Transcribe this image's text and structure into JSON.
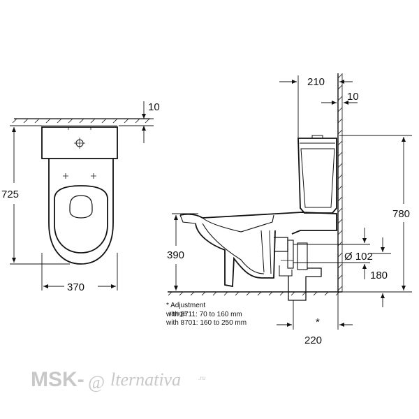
{
  "dimensions": {
    "top_left_10": "10",
    "height_725": "725",
    "width_370": "370",
    "top_210": "210",
    "top_10": "10",
    "height_780": "780",
    "height_390": "390",
    "diameter_102": "Ø 102",
    "height_180": "180",
    "width_220": "220",
    "star": "*"
  },
  "note": {
    "title": "* Adjustment",
    "line1": "with 8711: 70 to 160 mm",
    "line1_overprint": "range",
    "line2": "with 8701: 160 to 250 mm"
  },
  "watermark": {
    "brand": "MSK-",
    "at": "@",
    "rest": "lternativa",
    "tld": ".ru"
  }
}
